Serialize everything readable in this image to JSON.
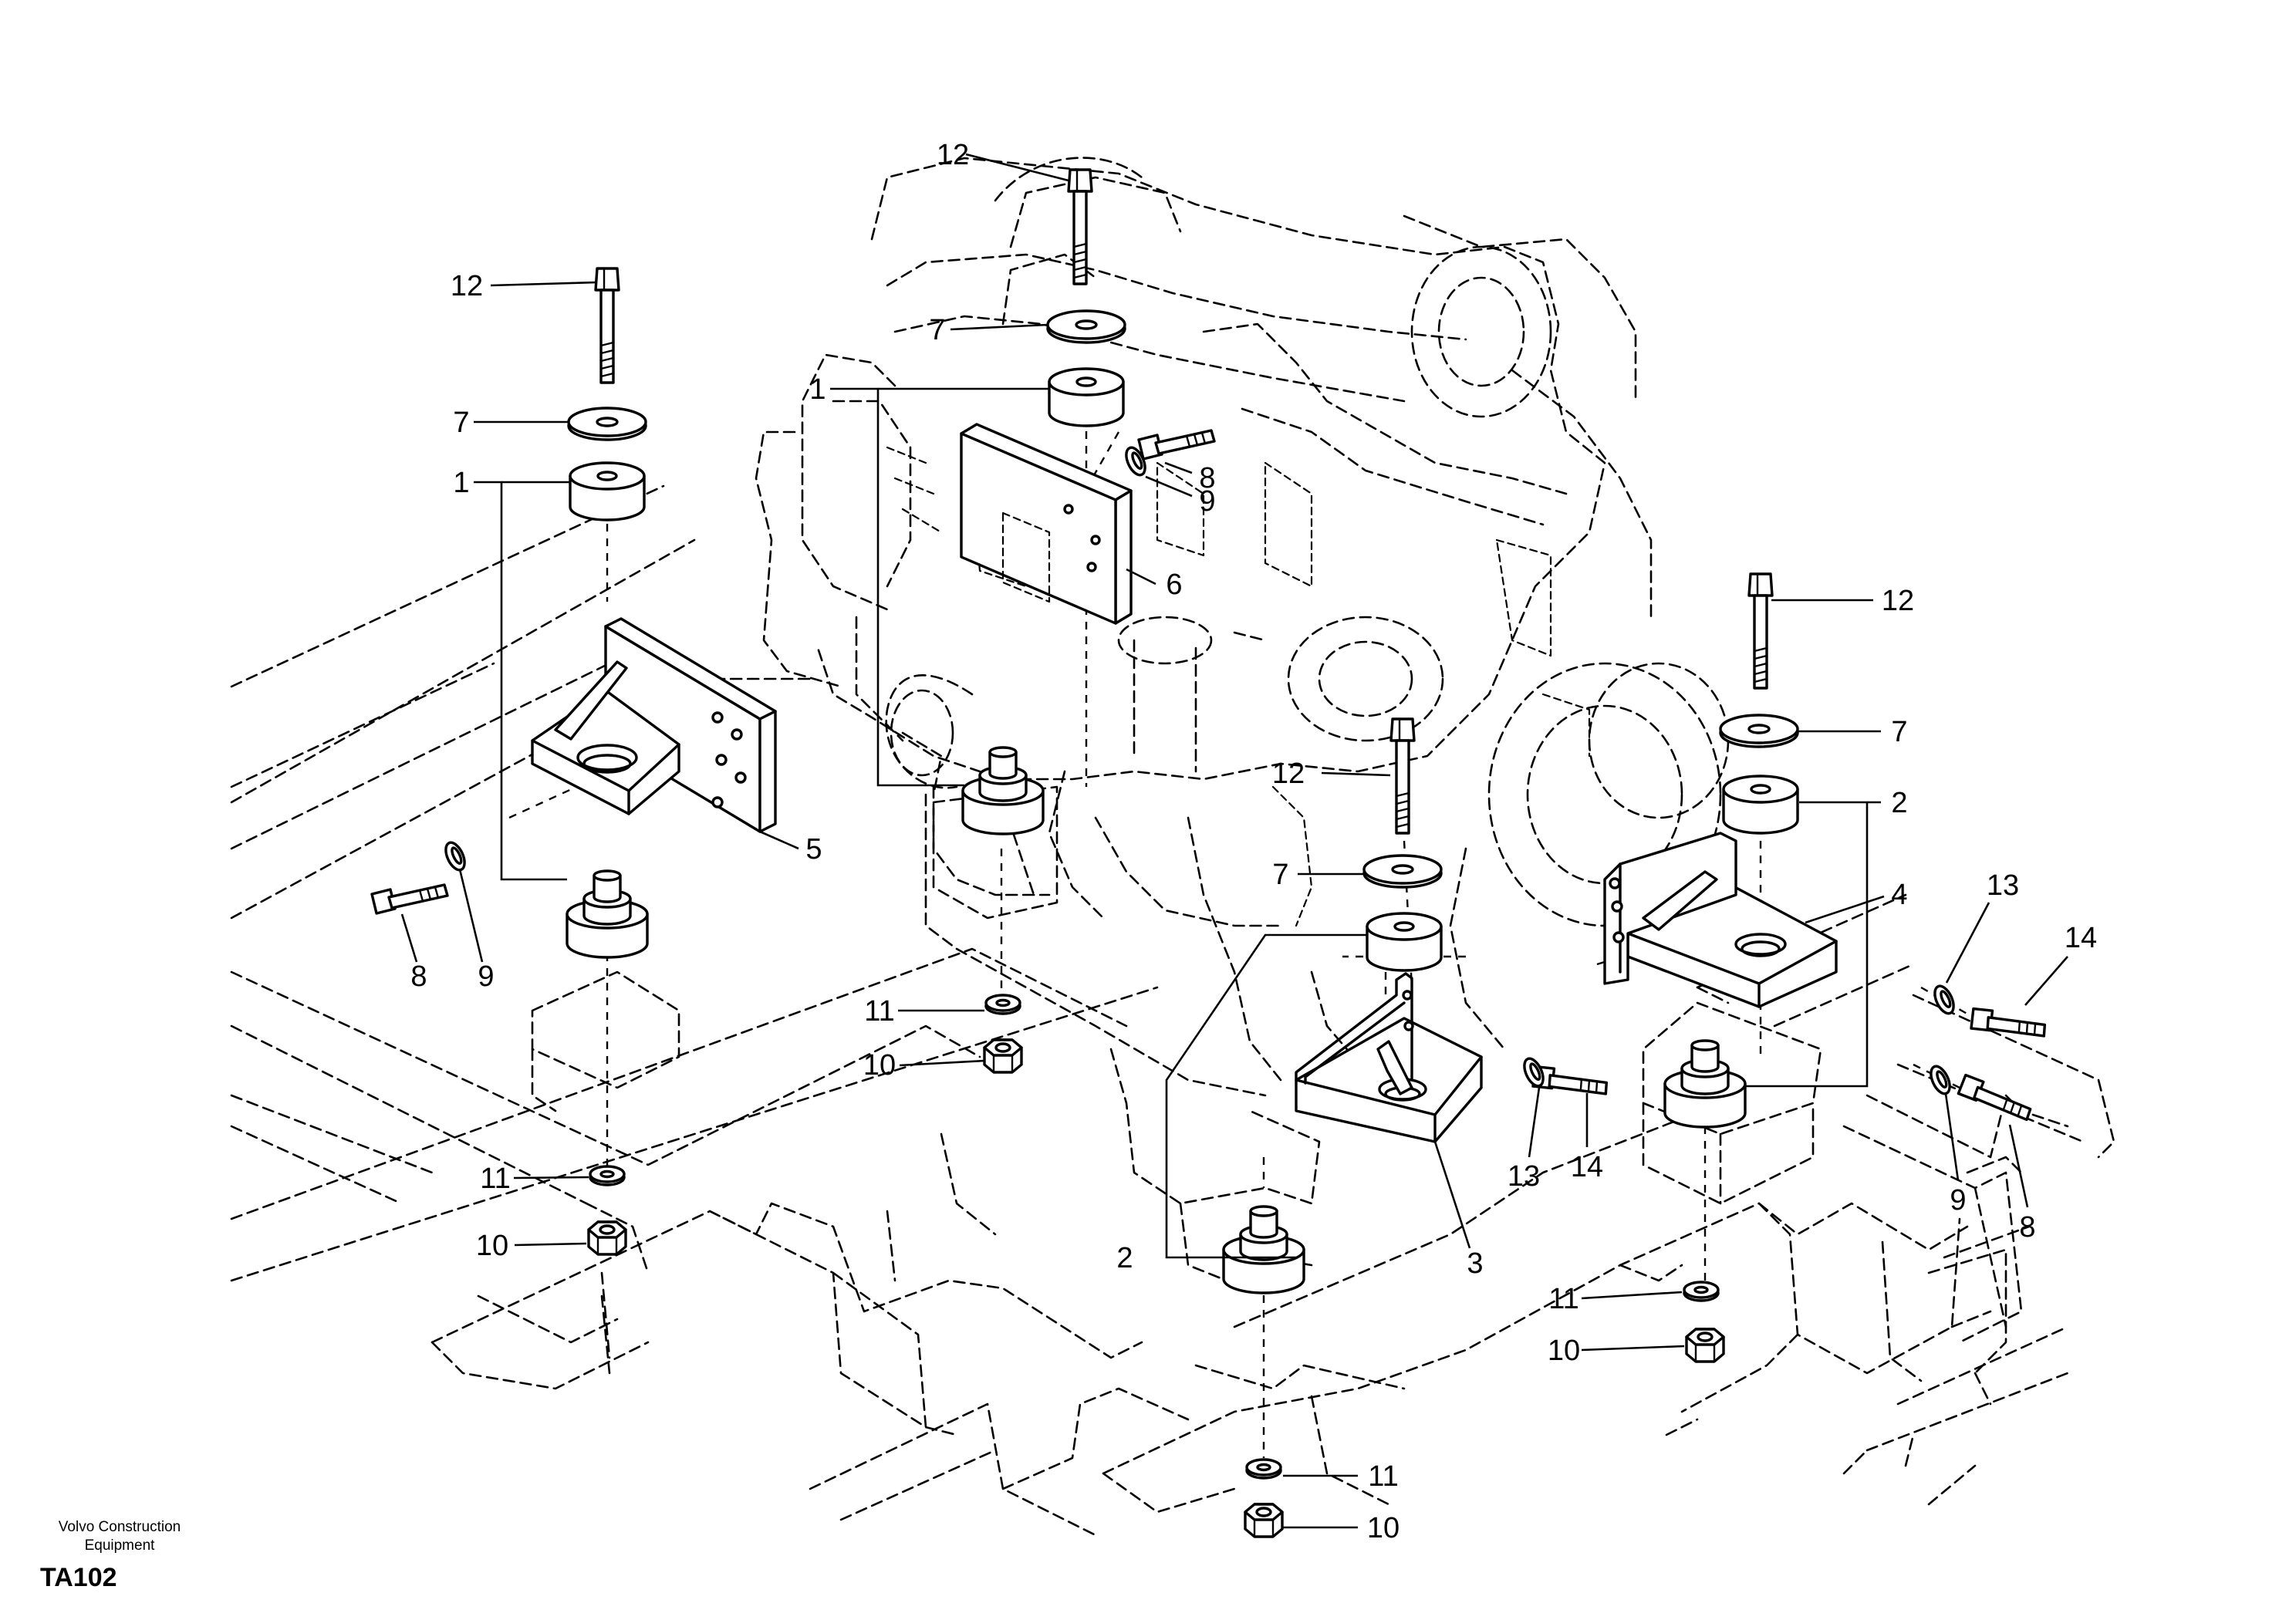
{
  "diagram": {
    "callouts": [
      "12",
      "7",
      "1",
      "12",
      "7",
      "1",
      "8",
      "9",
      "6",
      "5",
      "8",
      "9",
      "11",
      "10",
      "11",
      "10",
      "12",
      "7",
      "2",
      "3",
      "11",
      "10",
      "12",
      "7",
      "2",
      "4",
      "13",
      "14",
      "13",
      "14",
      "9",
      "8",
      "11",
      "10"
    ]
  },
  "footer": {
    "brand_line1": "Volvo Construction",
    "brand_line2": "Equipment",
    "figure_code": "TA102"
  }
}
